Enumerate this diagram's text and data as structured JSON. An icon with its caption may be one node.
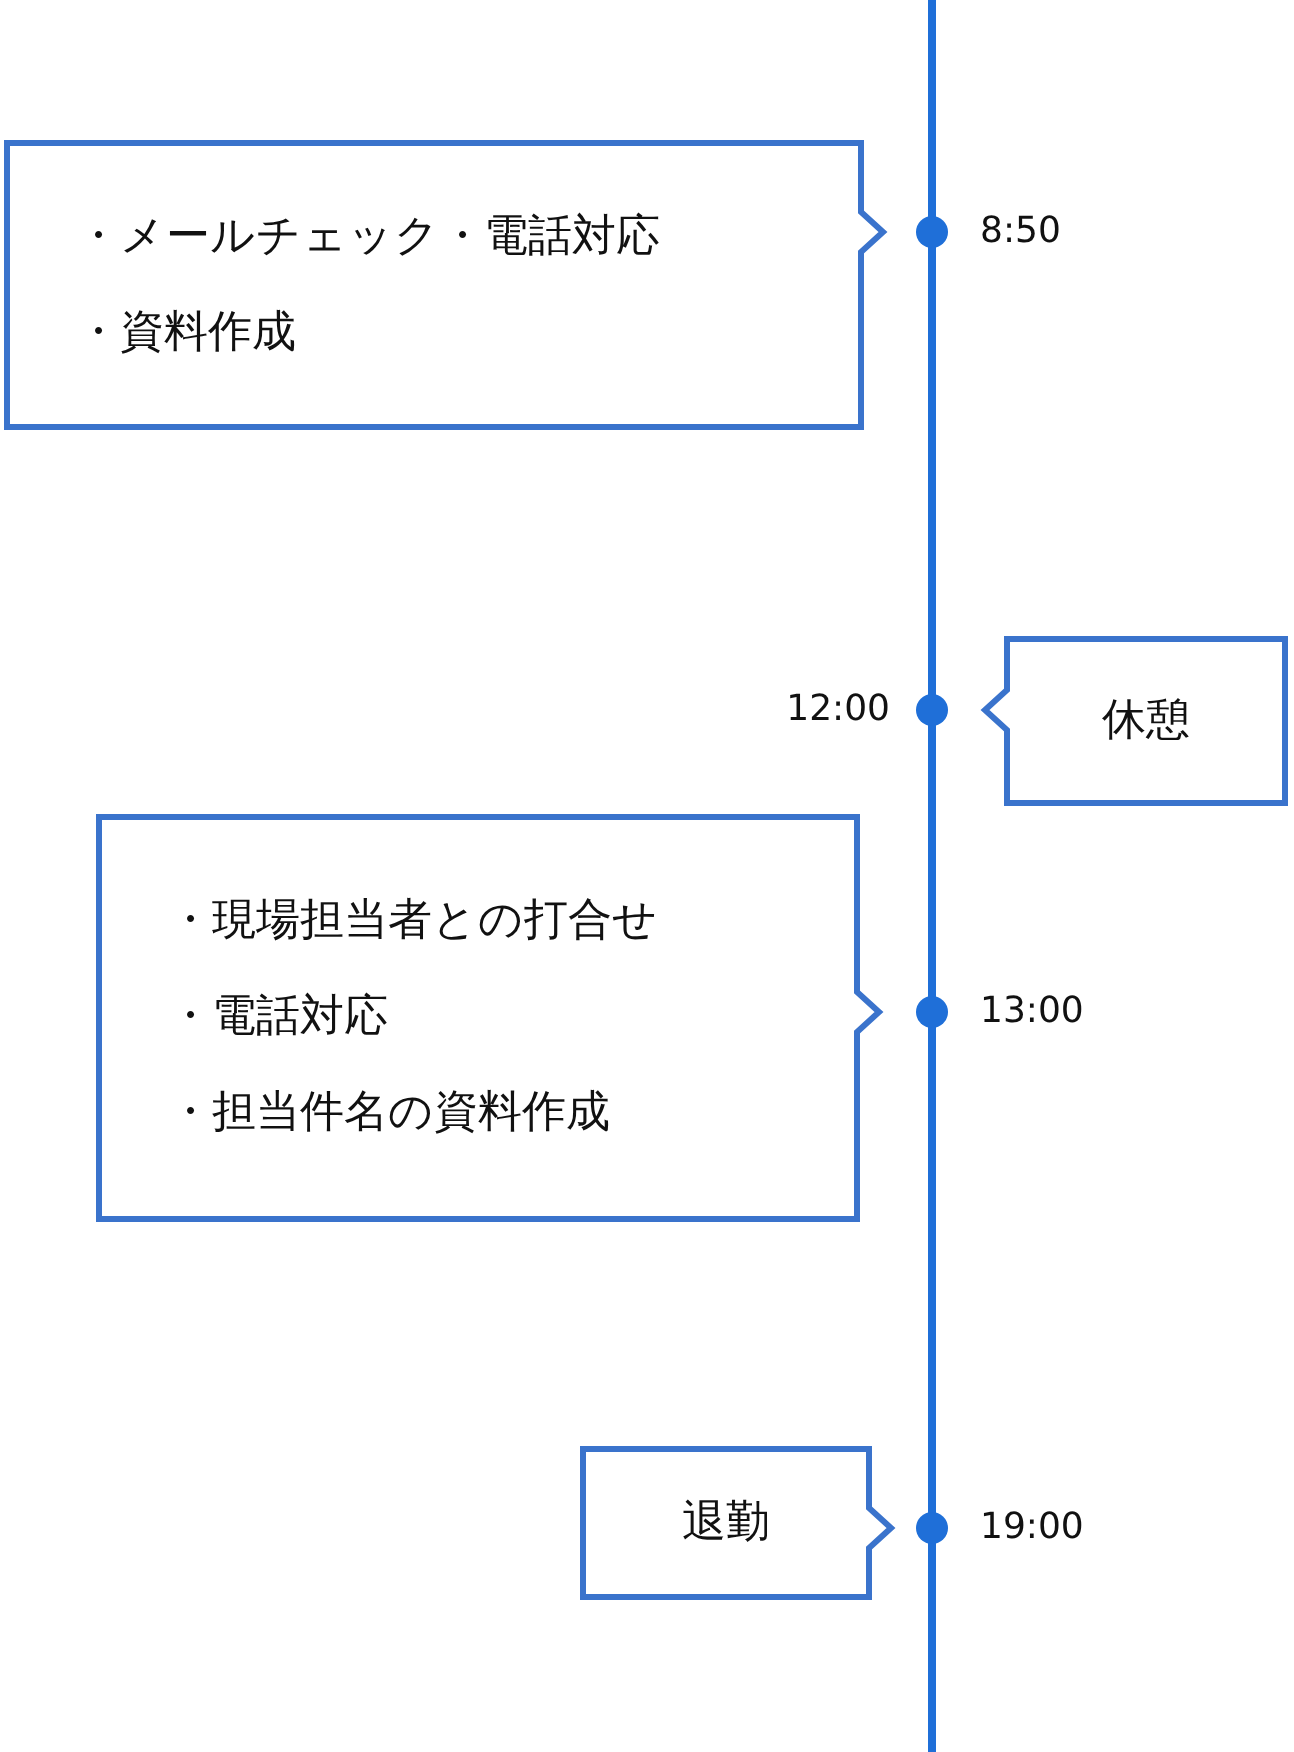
{
  "diagram": {
    "nodes": [
      {
        "text": [
          "・メールチェック・電話対応",
          "・資料作成"
        ],
        "beside": [
          "8:50"
        ]
      },
      {
        "text": [
          "休憩"
        ],
        "beside": [
          "12:00"
        ]
      },
      {
        "text": [
          "・現場担当者との打合せ",
          "・電話対応",
          "・担当件名の資料作成"
        ],
        "beside": [
          "13:00"
        ]
      },
      {
        "text": [
          "退勤"
        ],
        "beside": [
          "19:00"
        ]
      }
    ],
    "edges": []
  }
}
